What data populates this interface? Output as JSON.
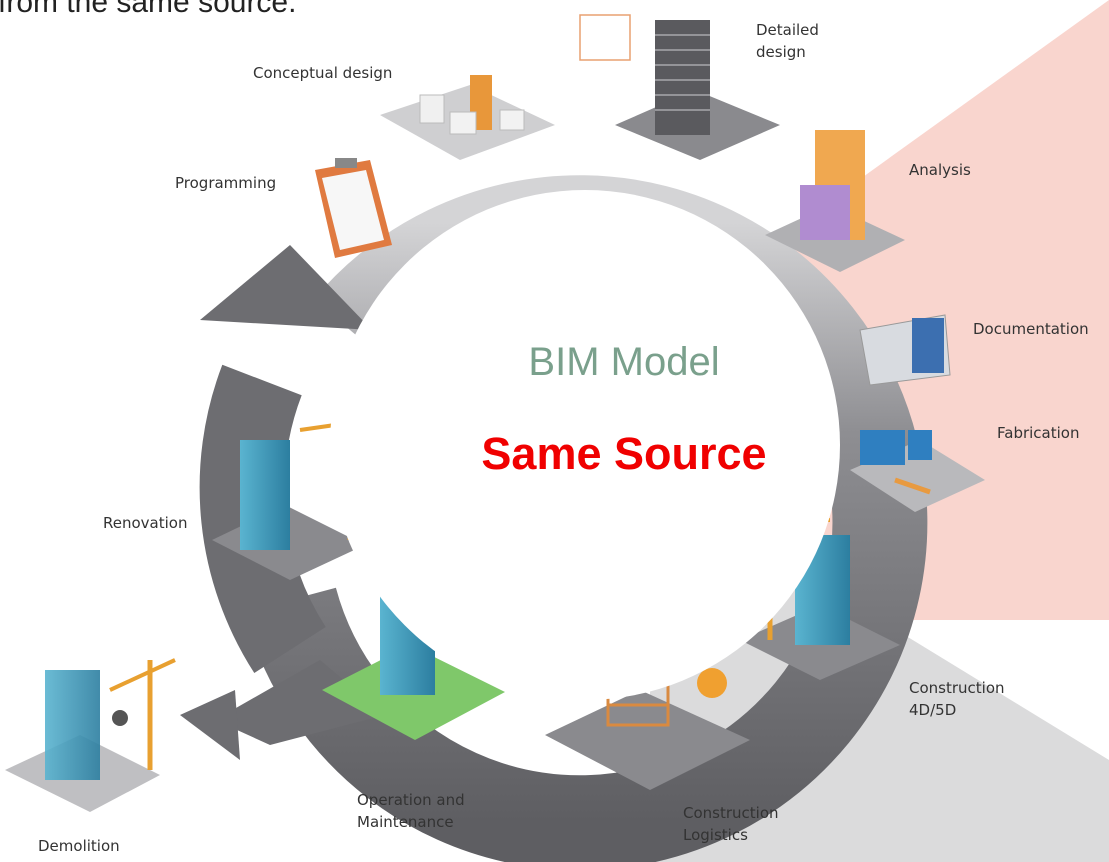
{
  "caption_top": "from the same source.",
  "center": {
    "title": "BIM Model",
    "subtitle": "Same Source"
  },
  "stages": {
    "conceptual_design": "Conceptual design",
    "detailed_design_1": "Detailed",
    "detailed_design_2": "design",
    "analysis": "Analysis",
    "programming": "Programming",
    "documentation": "Documentation",
    "fabrication": "Fabrication",
    "renovation": "Renovation",
    "construction_1": "Construction",
    "construction_2": "4D/5D",
    "operation_1": "Operation and",
    "operation_2": "Maintenance",
    "logistics_1": "Construction",
    "logistics_2": "Logistics",
    "demolition": "Demolition"
  },
  "colors": {
    "ring": "#6e6e72",
    "ring_light": "#c9c9cc",
    "bg_pink": "#f9d3cc",
    "bg_gray": "#dadadb",
    "center_title": "#7aa08c",
    "center_subtitle": "#f00000"
  }
}
